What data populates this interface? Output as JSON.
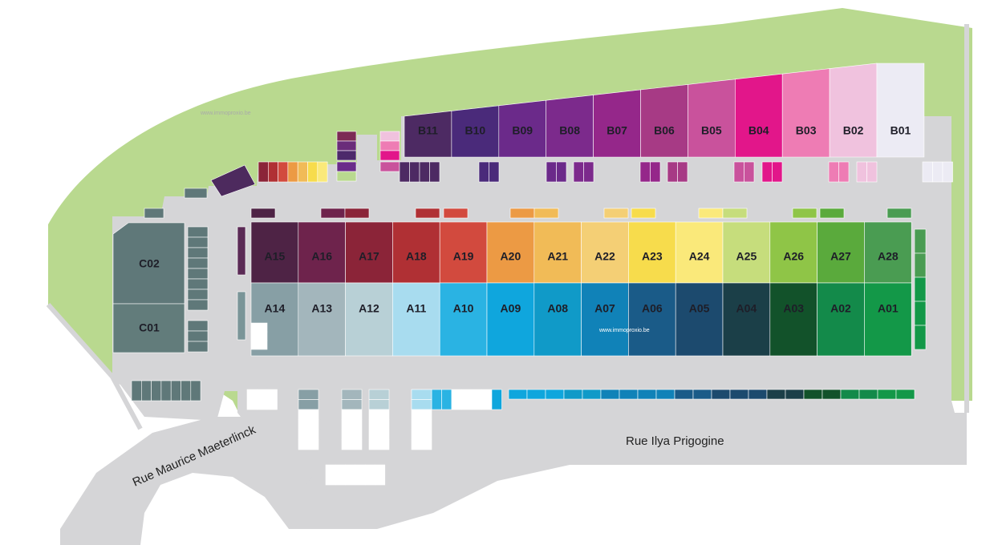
{
  "units_b": [
    {
      "id": "B11",
      "color": "#4d2a63"
    },
    {
      "id": "B10",
      "color": "#4a2a7a"
    },
    {
      "id": "B09",
      "color": "#6b2a8a"
    },
    {
      "id": "B08",
      "color": "#7c2a8c"
    },
    {
      "id": "B07",
      "color": "#95278a"
    },
    {
      "id": "B06",
      "color": "#a73a85"
    },
    {
      "id": "B05",
      "color": "#c9529c"
    },
    {
      "id": "B04",
      "color": "#e2168a"
    },
    {
      "id": "B03",
      "color": "#ee7cb4"
    },
    {
      "id": "B02",
      "color": "#f0c2de"
    },
    {
      "id": "B01",
      "color": "#ecebf4"
    }
  ],
  "units_a_top": [
    {
      "id": "A15",
      "color": "#4e2345"
    },
    {
      "id": "A16",
      "color": "#6e234c"
    },
    {
      "id": "A17",
      "color": "#8b2438"
    },
    {
      "id": "A18",
      "color": "#b03034"
    },
    {
      "id": "A19",
      "color": "#d24a3e"
    },
    {
      "id": "A20",
      "color": "#ec9a44"
    },
    {
      "id": "A21",
      "color": "#f1bb57"
    },
    {
      "id": "A22",
      "color": "#f4cf75"
    },
    {
      "id": "A23",
      "color": "#f7dc4c"
    },
    {
      "id": "A24",
      "color": "#fae97a"
    },
    {
      "id": "A25",
      "color": "#c6dd7c"
    },
    {
      "id": "A26",
      "color": "#8fc547"
    },
    {
      "id": "A27",
      "color": "#5aaa3c"
    },
    {
      "id": "A28",
      "color": "#4a9c52"
    }
  ],
  "units_a_bottom": [
    {
      "id": "A14",
      "color": "#879fa5"
    },
    {
      "id": "A13",
      "color": "#a3b6bc"
    },
    {
      "id": "A12",
      "color": "#b8d0d6"
    },
    {
      "id": "A11",
      "color": "#a8dcef"
    },
    {
      "id": "A10",
      "color": "#2ab3e3"
    },
    {
      "id": "A09",
      "color": "#0fa6dd"
    },
    {
      "id": "A08",
      "color": "#109ac8"
    },
    {
      "id": "A07",
      "color": "#1082b8"
    },
    {
      "id": "A06",
      "color": "#1a5b88"
    },
    {
      "id": "A05",
      "color": "#1c4a6e"
    },
    {
      "id": "A04",
      "color": "#1b3f48"
    },
    {
      "id": "A03",
      "color": "#12522a"
    },
    {
      "id": "A02",
      "color": "#138a4a"
    },
    {
      "id": "A01",
      "color": "#139848"
    }
  ],
  "units_c": [
    {
      "id": "C02",
      "color": "#5f7879"
    },
    {
      "id": "C01",
      "color": "#627c7b"
    }
  ],
  "roads": {
    "street_1": "Rue Ilya Prigogine",
    "street_2": "Rue Maurice  Maeterlinck"
  },
  "watermark": "www.immoproxio.be",
  "colors": {
    "grass": "#b9d98f",
    "pavement": "#d5d5d7",
    "background": "#ffffff"
  }
}
